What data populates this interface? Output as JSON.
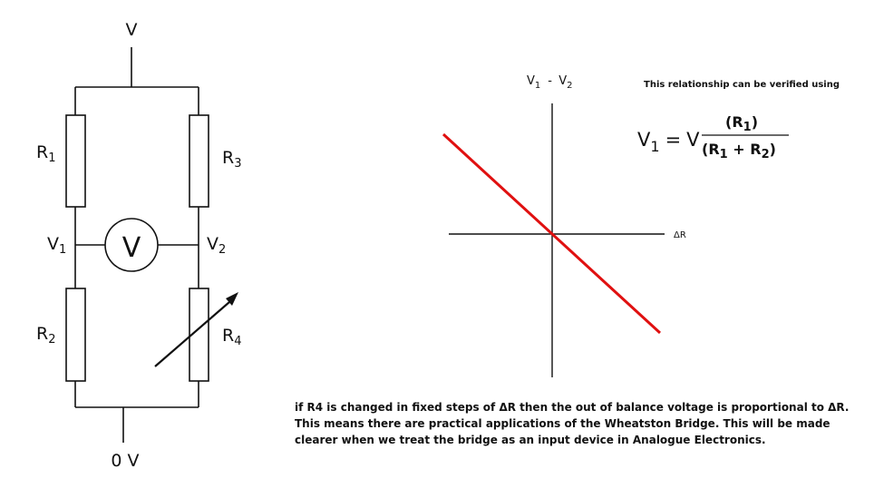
{
  "circuit": {
    "supply_label": "V",
    "ground_label": "0 V",
    "r1": {
      "main": "R",
      "sub": "1"
    },
    "r2": {
      "main": "R",
      "sub": "2"
    },
    "r3": {
      "main": "R",
      "sub": "3"
    },
    "r4": {
      "main": "R",
      "sub": "4"
    },
    "v1": {
      "main": "V",
      "sub": "1"
    },
    "v2": {
      "main": "V",
      "sub": "2"
    },
    "meter_label": "V"
  },
  "graph": {
    "y_axis": {
      "v1": "V",
      "sub1": "1",
      "minus": "-",
      "v2": "V",
      "sub2": "2"
    },
    "x_axis_label": "ΔR",
    "line_color": "#e01010"
  },
  "note": {
    "heading": "This relationship can be verified using",
    "eq_lhs": "V",
    "eq_lhs_sub": "1",
    "eq_equals": "=",
    "eq_v": "V",
    "eq_num": "(R",
    "eq_num_sub": "1",
    "eq_num_close": ")",
    "eq_den_open": "(R",
    "eq_den_sub1": "1",
    "eq_den_plus": " + R",
    "eq_den_sub2": "2",
    "eq_den_close": ")"
  },
  "caption": {
    "line1": "if R4 is changed in fixed steps of ΔR then the out of balance voltage is proportional to ΔR.",
    "line2": "This means there are practical applications of the Wheatston Bridge.   This will be made",
    "line3": "clearer when we treat the bridge as an input device in Analogue Electronics."
  }
}
